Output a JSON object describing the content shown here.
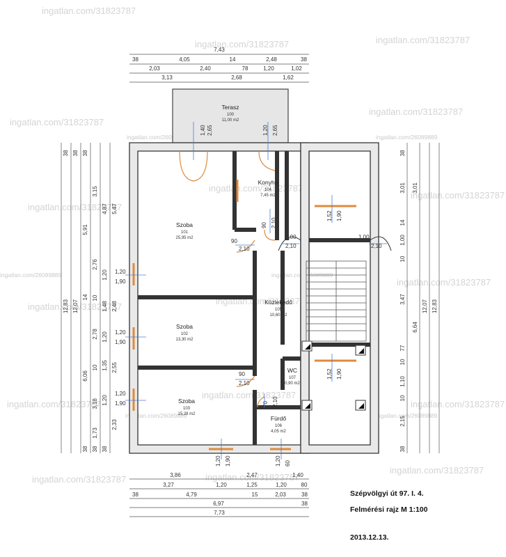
{
  "title_block": {
    "address": "Szépvölgyi út 97. I. 4.",
    "drawing": "Felmérési rajz  M 1:100",
    "date": "2013.12.13."
  },
  "watermarks": {
    "main": "ingatlan.com/31823787",
    "secondary": "ingatlan.com/26089889"
  },
  "rooms": [
    {
      "name": "Terasz",
      "number": "100",
      "area": "11,00 m2"
    },
    {
      "name": "Konyha",
      "number": "104",
      "area": "7,45 m2"
    },
    {
      "name": "Szoba",
      "number": "101",
      "area": "25,95 m2"
    },
    {
      "name": "Közlekedő",
      "number": "105",
      "area": "10,60 m2"
    },
    {
      "name": "Szoba",
      "number": "102",
      "area": "13,30 m2"
    },
    {
      "name": "WC",
      "number": "107",
      "area": "0,90 m2"
    },
    {
      "name": "Szoba",
      "number": "103",
      "area": "15,28 m2"
    },
    {
      "name": "Fürdő",
      "number": "106",
      "area": "4,05 m2"
    }
  ],
  "dims": {
    "top_total": "7,43",
    "top_row1": [
      "38",
      "4,05",
      "14",
      "2,48",
      "38"
    ],
    "top_row2": [
      "2,03",
      "2,40",
      "78",
      "1,20",
      "1,02"
    ],
    "top_row3": [
      "3,13",
      "2,68",
      "1,62"
    ],
    "bottom_row1": [
      "3,86",
      "2,47",
      "1,40"
    ],
    "bottom_row2": [
      "3,27",
      "1,20",
      "1,25",
      "1,20",
      "80"
    ],
    "bottom_row3": [
      "38",
      "4,79",
      "15",
      "2,03",
      "38"
    ],
    "bottom_row4": [
      "6,97",
      "38"
    ],
    "bottom_total": "7,73",
    "left_col1": [
      "38",
      "5,91",
      "14",
      "6,06",
      "38"
    ],
    "left_col2": [
      "38",
      "3,15",
      "2,76",
      "10",
      "2,78",
      "10",
      "3,18",
      "1,73",
      "38"
    ],
    "left_col3": [
      "38",
      "4,87",
      "1,20",
      "1,48",
      "1,20",
      "1,35",
      "1,20",
      "38"
    ],
    "left_col4": [
      "5,47",
      "2,48",
      "2,55",
      "2,33"
    ],
    "left_total1": "12,07",
    "left_total2": "12,83",
    "right_col1": [
      "38",
      "3,01",
      "14",
      "1,00",
      "10",
      "3,47",
      "77",
      "10",
      "1,10",
      "10",
      "2,15",
      "38"
    ],
    "right_col2": [
      "3,01",
      "6,64"
    ],
    "right_total1": "12,07",
    "right_total2": "12,83"
  },
  "openings": {
    "left_windows": [
      [
        "1,20",
        "1,90"
      ],
      [
        "1,20",
        "1,90"
      ],
      [
        "1,20",
        "1,90"
      ]
    ],
    "bottom_windows": [
      [
        "1,20",
        "1,90"
      ],
      [
        "1,20",
        "60"
      ]
    ],
    "terrace_doors": [
      [
        "1,40",
        "2,65"
      ],
      [
        "1,20",
        "2,65"
      ]
    ],
    "kitchen_door": [
      "90",
      "2,10"
    ],
    "room101_door": [
      "90",
      "2,10"
    ],
    "room103_door": [
      "90",
      "2,10"
    ],
    "bath_door": [
      "70",
      "2,10"
    ],
    "hall_openings": [
      [
        "1,00",
        "2,10"
      ],
      [
        "1,00",
        "2,10"
      ]
    ],
    "stair_windows": [
      [
        "1,52",
        "1,90"
      ],
      [
        "1,52",
        "1,90"
      ]
    ]
  }
}
